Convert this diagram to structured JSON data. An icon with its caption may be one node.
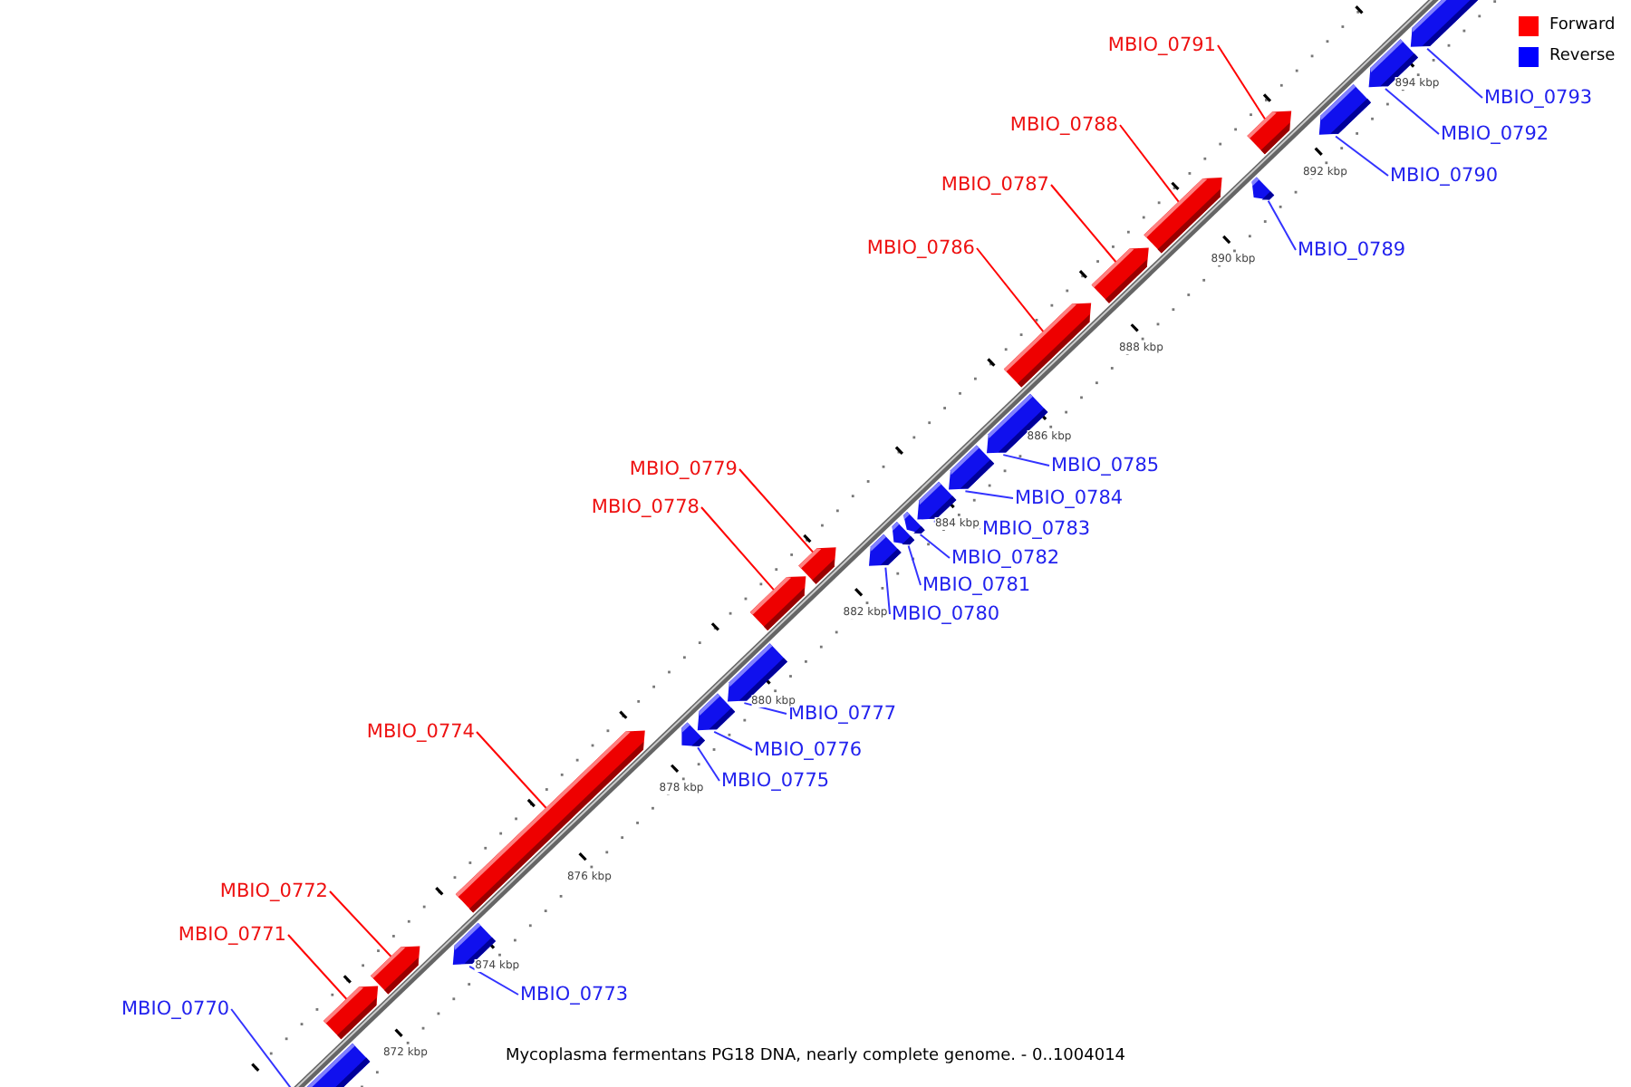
{
  "diagram": {
    "caption": "Mycoplasma fermentans PG18 DNA, nearly complete genome. - 0..1004014",
    "nodes": [
      {
        "text": [
          "MBIO_0770"
        ]
      },
      {
        "text": [],
        "shape": "arrow"
      },
      {
        "text": [
          "MBIO_0771"
        ]
      },
      {
        "text": [],
        "shape": "arrow"
      },
      {
        "text": [
          "MBIO_0772"
        ]
      },
      {
        "text": [],
        "shape": "arrow"
      },
      {
        "text": [
          "MBIO_0773"
        ]
      },
      {
        "text": [],
        "shape": "arrow"
      },
      {
        "text": [
          "MBIO_0774"
        ]
      },
      {
        "text": [],
        "shape": "arrow"
      },
      {
        "text": [
          "MBIO_0775"
        ]
      },
      {
        "text": [],
        "shape": "arrow"
      },
      {
        "text": [
          "MBIO_0776"
        ]
      },
      {
        "text": [],
        "shape": "arrow"
      },
      {
        "text": [
          "MBIO_0777"
        ]
      },
      {
        "text": [],
        "shape": "arrow"
      },
      {
        "text": [
          "MBIO_0778"
        ]
      },
      {
        "text": [],
        "shape": "arrow"
      },
      {
        "text": [
          "MBIO_0779"
        ]
      },
      {
        "text": [],
        "shape": "arrow"
      },
      {
        "text": [
          "MBIO_0780"
        ]
      },
      {
        "text": [],
        "shape": "arrow"
      },
      {
        "text": [
          "MBIO_0781"
        ]
      },
      {
        "text": [],
        "shape": "arrow"
      },
      {
        "text": [
          "MBIO_0782"
        ]
      },
      {
        "text": [],
        "shape": "arrow"
      },
      {
        "text": [
          "MBIO_0783"
        ]
      },
      {
        "text": [],
        "shape": "arrow"
      },
      {
        "text": [
          "MBIO_0784"
        ]
      },
      {
        "text": [],
        "shape": "arrow"
      },
      {
        "text": [
          "MBIO_0785"
        ]
      },
      {
        "text": [],
        "shape": "arrow"
      },
      {
        "text": [
          "MBIO_0786"
        ]
      },
      {
        "text": [],
        "shape": "arrow"
      },
      {
        "text": [
          "MBIO_0787"
        ]
      },
      {
        "text": [],
        "shape": "arrow"
      },
      {
        "text": [
          "MBIO_0788"
        ]
      },
      {
        "text": [],
        "shape": "arrow"
      },
      {
        "text": [
          "MBIO_0789"
        ]
      },
      {
        "text": [],
        "shape": "arrow"
      },
      {
        "text": [
          "MBIO_0790"
        ]
      },
      {
        "text": [],
        "shape": "arrow"
      },
      {
        "text": [
          "MBIO_0791"
        ]
      },
      {
        "text": [],
        "shape": "arrow"
      },
      {
        "text": [
          "MBIO_0792"
        ]
      },
      {
        "text": [],
        "shape": "arrow"
      },
      {
        "text": [
          "MBIO_0793"
        ]
      },
      {
        "text": [],
        "shape": "arrow"
      }
    ],
    "edges": [
      {
        "from": 0,
        "to": 1,
        "arrow": "none"
      },
      {
        "from": 2,
        "to": 3,
        "arrow": "none",
        "color": "#ff0000"
      },
      {
        "from": 4,
        "to": 5,
        "arrow": "none",
        "color": "#ff0000"
      },
      {
        "from": 6,
        "to": 7,
        "arrow": "none"
      },
      {
        "from": 8,
        "to": 9,
        "arrow": "none",
        "color": "#ff0000"
      },
      {
        "from": 10,
        "to": 11,
        "arrow": "none"
      },
      {
        "from": 12,
        "to": 13,
        "arrow": "none"
      },
      {
        "from": 14,
        "to": 15,
        "arrow": "none"
      },
      {
        "from": 16,
        "to": 17,
        "arrow": "none",
        "color": "#ff0000"
      },
      {
        "from": 18,
        "to": 19,
        "arrow": "none",
        "color": "#ff0000"
      },
      {
        "from": 20,
        "to": 21,
        "arrow": "none"
      },
      {
        "from": 22,
        "to": 23,
        "arrow": "none"
      },
      {
        "from": 24,
        "to": 25,
        "arrow": "none"
      },
      {
        "from": 26,
        "to": 27,
        "arrow": "none"
      },
      {
        "from": 28,
        "to": 29,
        "arrow": "none"
      },
      {
        "from": 30,
        "to": 31,
        "arrow": "none"
      },
      {
        "from": 32,
        "to": 33,
        "arrow": "none",
        "color": "#ff0000"
      },
      {
        "from": 34,
        "to": 35,
        "arrow": "none",
        "color": "#ff0000"
      },
      {
        "from": 36,
        "to": 37,
        "arrow": "none",
        "color": "#ff0000"
      },
      {
        "from": 38,
        "to": 39,
        "arrow": "none"
      },
      {
        "from": 40,
        "to": 41,
        "arrow": "none"
      },
      {
        "from": 42,
        "to": 43,
        "arrow": "none",
        "color": "#ff0000"
      },
      {
        "from": 44,
        "to": 45,
        "arrow": "none"
      },
      {
        "from": 46,
        "to": 47,
        "arrow": "none"
      }
    ],
    "labels": [
      "894 kbp",
      "892 kbp",
      "890 kbp",
      "888 kbp",
      "886 kbp",
      "884 kbp",
      "882 kbp",
      "880 kbp",
      "878 kbp",
      "876 kbp",
      "874 kbp",
      "872 kbp"
    ],
    "legend": [
      {
        "text": "Forward",
        "color": "#ff0000"
      },
      {
        "text": "Reverse",
        "color": "#0000ff"
      }
    ]
  }
}
